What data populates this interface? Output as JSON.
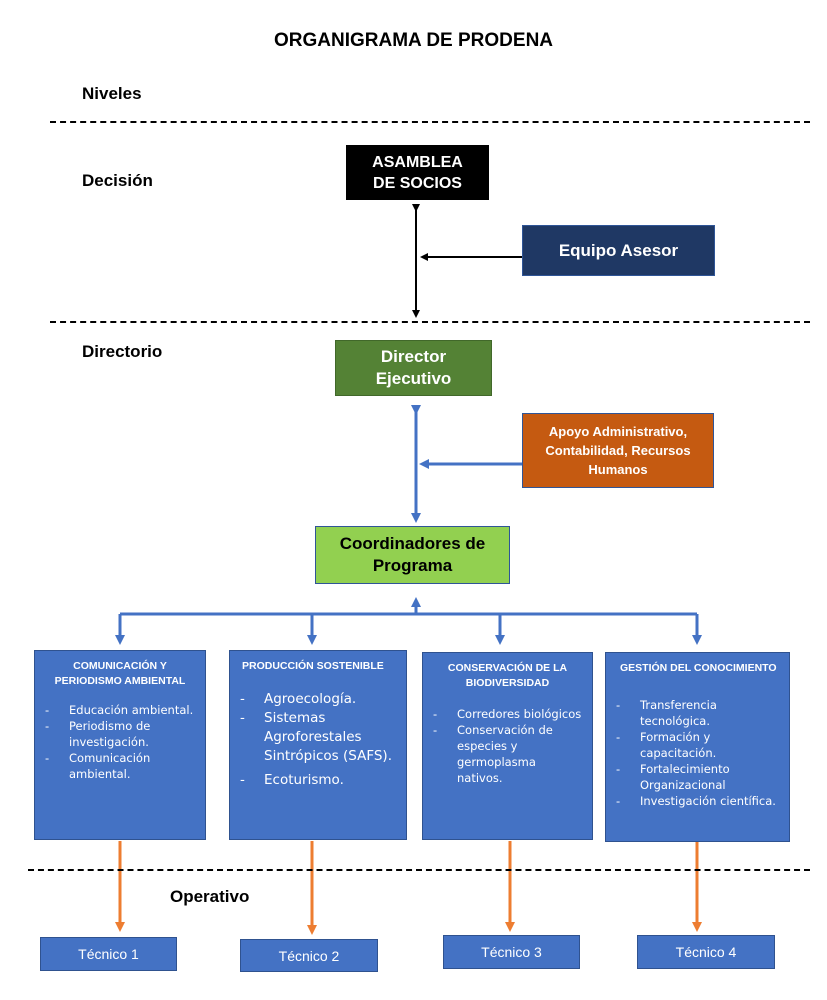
{
  "title": "ORGANIGRAMA DE PRODENA",
  "levels": {
    "niveles": "Niveles",
    "decision": "Decisión",
    "directorio": "Directorio",
    "operativo": "Operativo"
  },
  "nodes": {
    "asamblea": [
      "ASAMBLEA",
      "DE SOCIOS"
    ],
    "equipo_asesor": "Equipo Asesor",
    "director": [
      "Director",
      "Ejecutivo"
    ],
    "apoyo": [
      "Apoyo Administrativo,",
      "Contabilidad, Recursos",
      "Humanos"
    ],
    "coordinadores": [
      "Coordinadores de",
      "Programa"
    ]
  },
  "programs": [
    {
      "title": [
        "COMUNICACIÓN Y",
        "PERIODISMO AMBIENTAL"
      ],
      "items": [
        "Educación ambiental.",
        "Periodismo de investigación.",
        "Comunicación ambiental."
      ]
    },
    {
      "title": [
        "PRODUCCIÓN SOSTENIBLE"
      ],
      "items": [
        "Agroecología.",
        "Sistemas Agroforestales Sintrópicos (SAFS).",
        "Ecoturismo."
      ]
    },
    {
      "title": [
        "CONSERVACIÓN DE LA",
        "BIODIVERSIDAD"
      ],
      "items": [
        "Corredores biológicos",
        "Conservación de especies y germoplasma nativos."
      ]
    },
    {
      "title": [
        "GESTIÓN DEL CONOCIMIENTO"
      ],
      "items": [
        "Transferencia tecnológica.",
        "Formación y capacitación.",
        "Fortalecimiento Organizacional",
        "Investigación científica."
      ]
    }
  ],
  "tecnicos": [
    "Técnico 1",
    "Técnico 2",
    "Técnico 3",
    "Técnico 4"
  ],
  "colors": {
    "asamblea": "#000000",
    "equipo_asesor": "#1f3864",
    "director": "#548235",
    "apoyo": "#c55a11",
    "coordinadores": "#92d050",
    "programs": "#4472c4",
    "connector_blue": "#4472c4",
    "connector_orange": "#ed7d31"
  }
}
